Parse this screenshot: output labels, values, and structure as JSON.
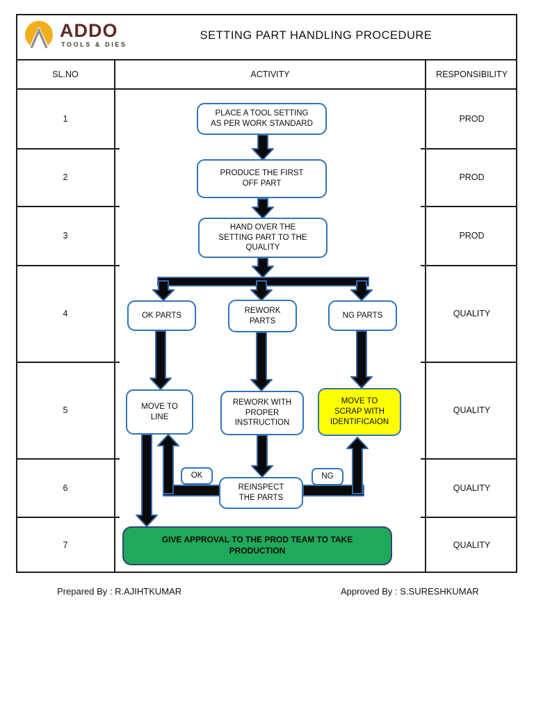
{
  "logo": {
    "brand": "ADDO",
    "subtitle": "TOOLS & DIES"
  },
  "title": "SETTING PART  HANDLING PROCEDURE",
  "columns": {
    "slno": "SL.NO",
    "activity": "ACTIVITY",
    "responsibility": "RESPONSIBILITY"
  },
  "rows": [
    {
      "sl": "1",
      "resp": "PROD"
    },
    {
      "sl": "2",
      "resp": "PROD"
    },
    {
      "sl": "3",
      "resp": "PROD"
    },
    {
      "sl": "4",
      "resp": "QUALITY"
    },
    {
      "sl": "5",
      "resp": "QUALITY"
    },
    {
      "sl": "6",
      "resp": "QUALITY"
    },
    {
      "sl": "7",
      "resp": "QUALITY"
    }
  ],
  "flowchart": {
    "step1": "PLACE A TOOL SETTING\nAS PER WORK STANDARD",
    "step2": "PRODUCE THE FIRST\nOFF PART",
    "step3": "HAND OVER THE\nSETTING PART TO THE\nQUALITY",
    "ok_parts": "OK PARTS",
    "rework_parts": "REWORK\nPARTS",
    "ng_parts": "NG PARTS",
    "move_to_line": "MOVE TO\nLINE",
    "rework_instruction": "REWORK WITH\nPROPER\nINSTRUCTION",
    "move_to_scrap": "MOVE TO\nSCRAP WITH\nIDENTIFICAION",
    "ok_label": "OK",
    "ng_label": "NG",
    "reinspect": "REINSPECT\nTHE PARTS",
    "approval": "GIVE APPROVAL TO THE PROD TEAM TO TAKE\nPRODUCTION"
  },
  "footer": {
    "prepared": "Prepared By : R.AJIHTKUMAR",
    "approved": "Approved By : S.SURESHKUMAR"
  },
  "colors": {
    "box_border_blue": "#2E75B6",
    "arrow_fill": "#0a0a0a",
    "arrow_outline": "#3a66a5",
    "scrap_bg": "#FFFF00",
    "approval_bg": "#1FA95A",
    "logo_gold": "#F2AF1D",
    "brand_maroon": "#5E2B22"
  }
}
